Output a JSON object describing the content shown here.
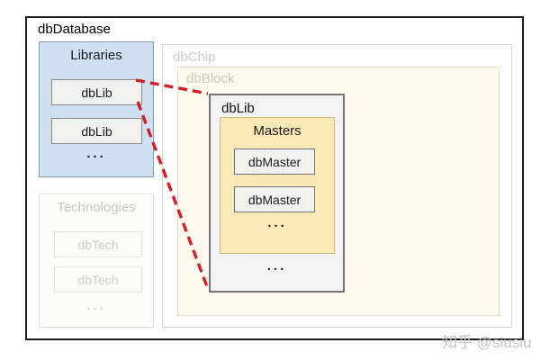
{
  "diagram": {
    "database": {
      "label": "dbDatabase"
    },
    "libraries": {
      "title": "Libraries",
      "items": [
        "dbLib",
        "dbLib"
      ],
      "ellipsis": "..."
    },
    "technologies": {
      "title": "Technologies",
      "items": [
        "dbTech",
        "dbTech"
      ],
      "ellipsis": "..."
    },
    "chip": {
      "label": "dbChip"
    },
    "block": {
      "label": "dbBlock"
    },
    "lib_detail": {
      "label": "dbLib",
      "ellipsis": "...",
      "masters": {
        "title": "Masters",
        "items": [
          "dbMaster",
          "dbMaster"
        ],
        "ellipsis": "..."
      }
    },
    "colors": {
      "outer_border": "#1b1b1b",
      "libraries_fill": "#cfe0f3",
      "libraries_border": "#7e9dc1",
      "item_fill": "#f1f2f0",
      "faded_text": "#cbcbc7",
      "block_fill": "#fdf9ee",
      "masters_fill": "#fae9b6",
      "masters_border": "#ccb878",
      "detail_fill": "#f3f3f3",
      "connector_red": "#d22027"
    },
    "watermark": "知乎 @siusiu"
  }
}
